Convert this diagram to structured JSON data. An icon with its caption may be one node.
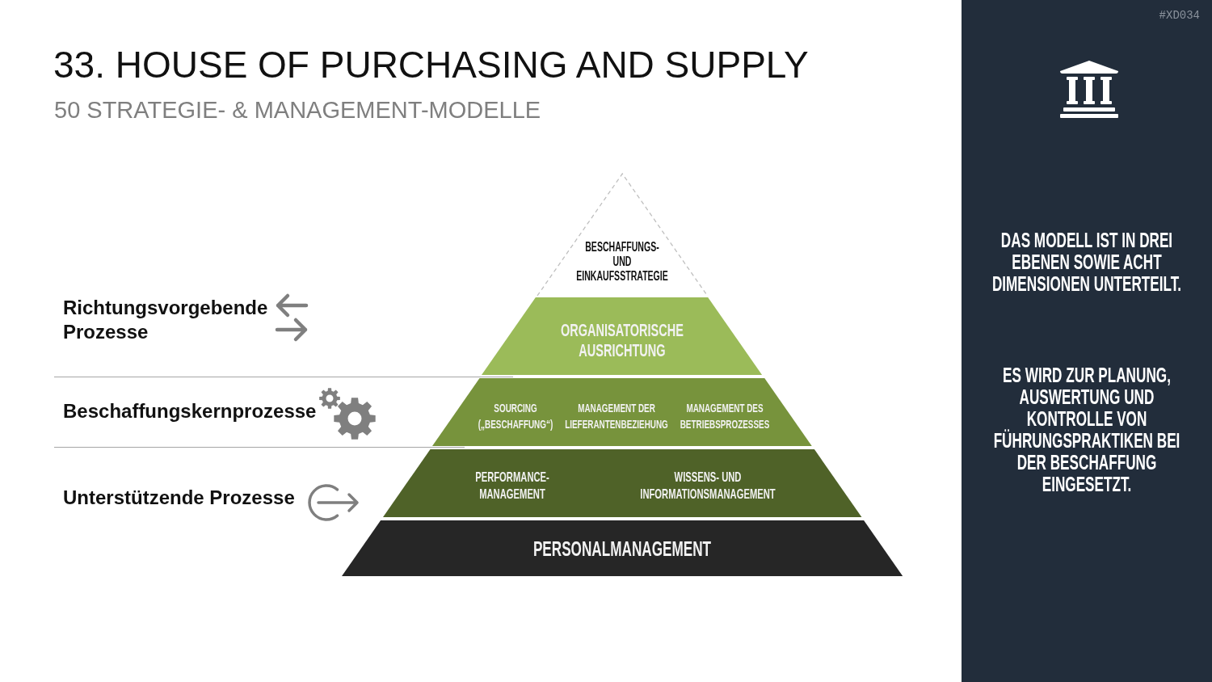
{
  "diagram": {
    "title": "33. HOUSE OF PURCHASING AND SUPPLY",
    "nodes": [
      {
        "text": [
          "BESCHAFFUNGS- UND EINKAUFSSTRATEGIE"
        ]
      },
      {
        "text": [
          "ORGANISATORISCHE AUSRICHTUNG"
        ]
      },
      {
        "text": [
          "SOURCING („BESCHAFFUNG“)",
          "MANAGEMENT DER LIEFERANTENBEZIEHUNG",
          "MANAGEMENT DES BETRIEBSPROZESSES"
        ]
      },
      {
        "text": [
          "PERFORMANCE- MANAGEMENT",
          "WISSENS- UND INFORMATIONSMANAGEMENT"
        ]
      },
      {
        "text": [
          "PERSONALMANAGEMENT"
        ]
      },
      {
        "text": [
          "DAS MODELL IST IN DREI EBENEN SOWIE ACHT DIMENSIONEN UNTERTEILT.",
          "ES WIRD ZUR PLANUNG, AUSWERTUNG UND KONTROLLE VON FÜHRUNGSPRAKTIKEN BEI DER BESCHAFFUNG EINGESETZT."
        ]
      }
    ],
    "labels": [
      "#XD034",
      "50 STRATEGIE- & MANAGEMENT-MODELLE",
      "Richtungsvorgebende Prozesse",
      "Beschaffungskernprozesse",
      "Unterstützende Prozesse"
    ]
  }
}
